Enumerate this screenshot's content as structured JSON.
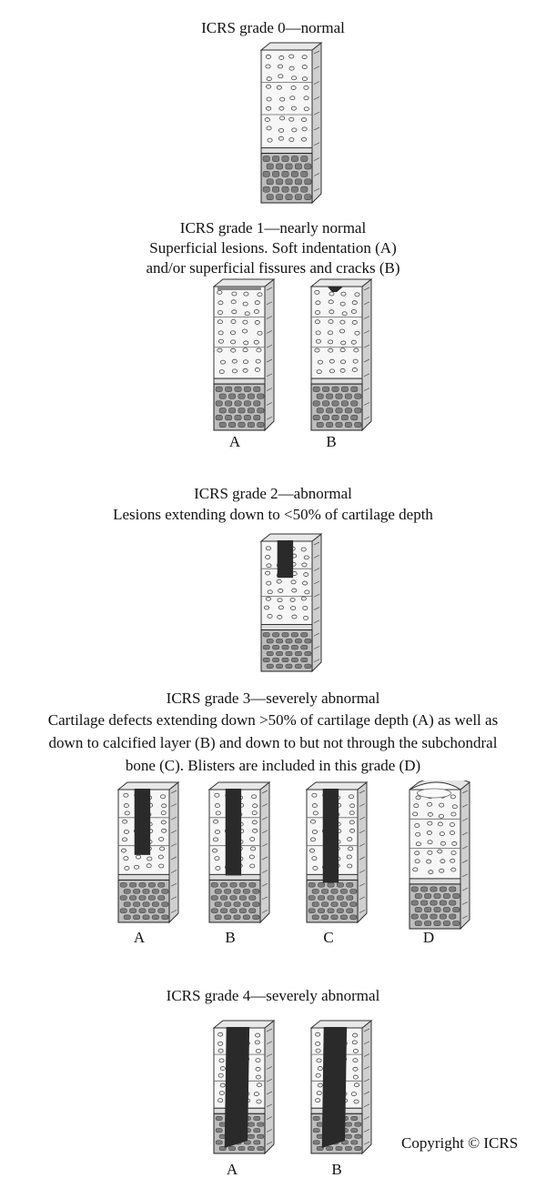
{
  "grade0": {
    "title": "ICRS grade 0—normal"
  },
  "grade1": {
    "title": "ICRS grade 1—nearly normal",
    "desc": [
      "Superficial lesions. Soft indentation (A)",
      "and/or superficial fissures and cracks (B)"
    ],
    "labels": [
      "A",
      "B"
    ]
  },
  "grade2": {
    "title": "ICRS grade 2—abnormal",
    "desc": [
      "Lesions extending down to <50% of cartilage depth"
    ]
  },
  "grade3": {
    "title": "ICRS grade 3—severely abnormal",
    "desc": [
      "Cartilage defects extending down >50% of cartilage depth (A) as well as",
      "down to calcified layer (B) and down to but not through the subchondral",
      "bone (C). Blisters are included in this grade (D)"
    ],
    "labels": [
      "A",
      "B",
      "C",
      "D"
    ]
  },
  "grade4": {
    "title": "ICRS grade 4—severely abnormal",
    "labels": [
      "A",
      "B"
    ]
  },
  "copyright": "Copyright © ICRS"
}
